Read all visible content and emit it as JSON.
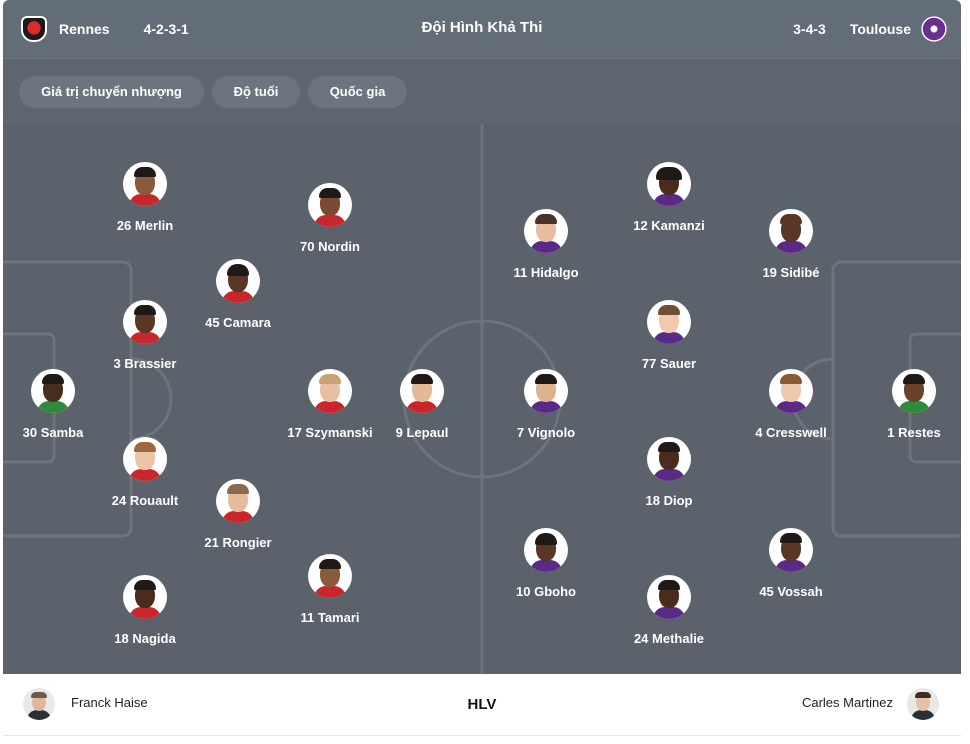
{
  "header": {
    "title": "Đội Hình Khả Thi",
    "home_team": {
      "name": "Rennes",
      "formation": "4-2-3-1",
      "crest_icon": "rennes-crest-icon"
    },
    "away_team": {
      "name": "Toulouse",
      "formation": "3-4-3",
      "crest_icon": "toulouse-crest-icon"
    }
  },
  "tabs": [
    {
      "label": "Giá trị chuyển nhượng"
    },
    {
      "label": "Độ tuổi"
    },
    {
      "label": "Quốc gia"
    }
  ],
  "colors": {
    "header_bg": "#636d78",
    "toolbar_bg": "#5c6570",
    "pitch_bg": "#5b626c",
    "pitch_lines": "#6d747e",
    "tab_bg": "#6c757f"
  },
  "home_players": [
    {
      "label": "26 Merlin"
    },
    {
      "label": "70 Nordin"
    },
    {
      "label": "45 Camara"
    },
    {
      "label": "3 Brassier"
    },
    {
      "label": "30 Samba"
    },
    {
      "label": "17 Szymanski"
    },
    {
      "label": "9 Lepaul"
    },
    {
      "label": "24 Rouault"
    },
    {
      "label": "21 Rongier"
    },
    {
      "label": "11 Tamari"
    },
    {
      "label": "18 Nagida"
    }
  ],
  "away_players": [
    {
      "label": "12 Kamanzi"
    },
    {
      "label": "11 Hidalgo"
    },
    {
      "label": "19 Sidibé"
    },
    {
      "label": "77 Sauer"
    },
    {
      "label": "7 Vignolo"
    },
    {
      "label": "4 Cresswell"
    },
    {
      "label": "1 Restes"
    },
    {
      "label": "18 Diop"
    },
    {
      "label": "10 Gboho"
    },
    {
      "label": "45 Vossah"
    },
    {
      "label": "24 Methalie"
    }
  ],
  "footer": {
    "home_coach": "Franck Haise",
    "coach_label": "HLV",
    "away_coach": "Carles Martinez"
  }
}
